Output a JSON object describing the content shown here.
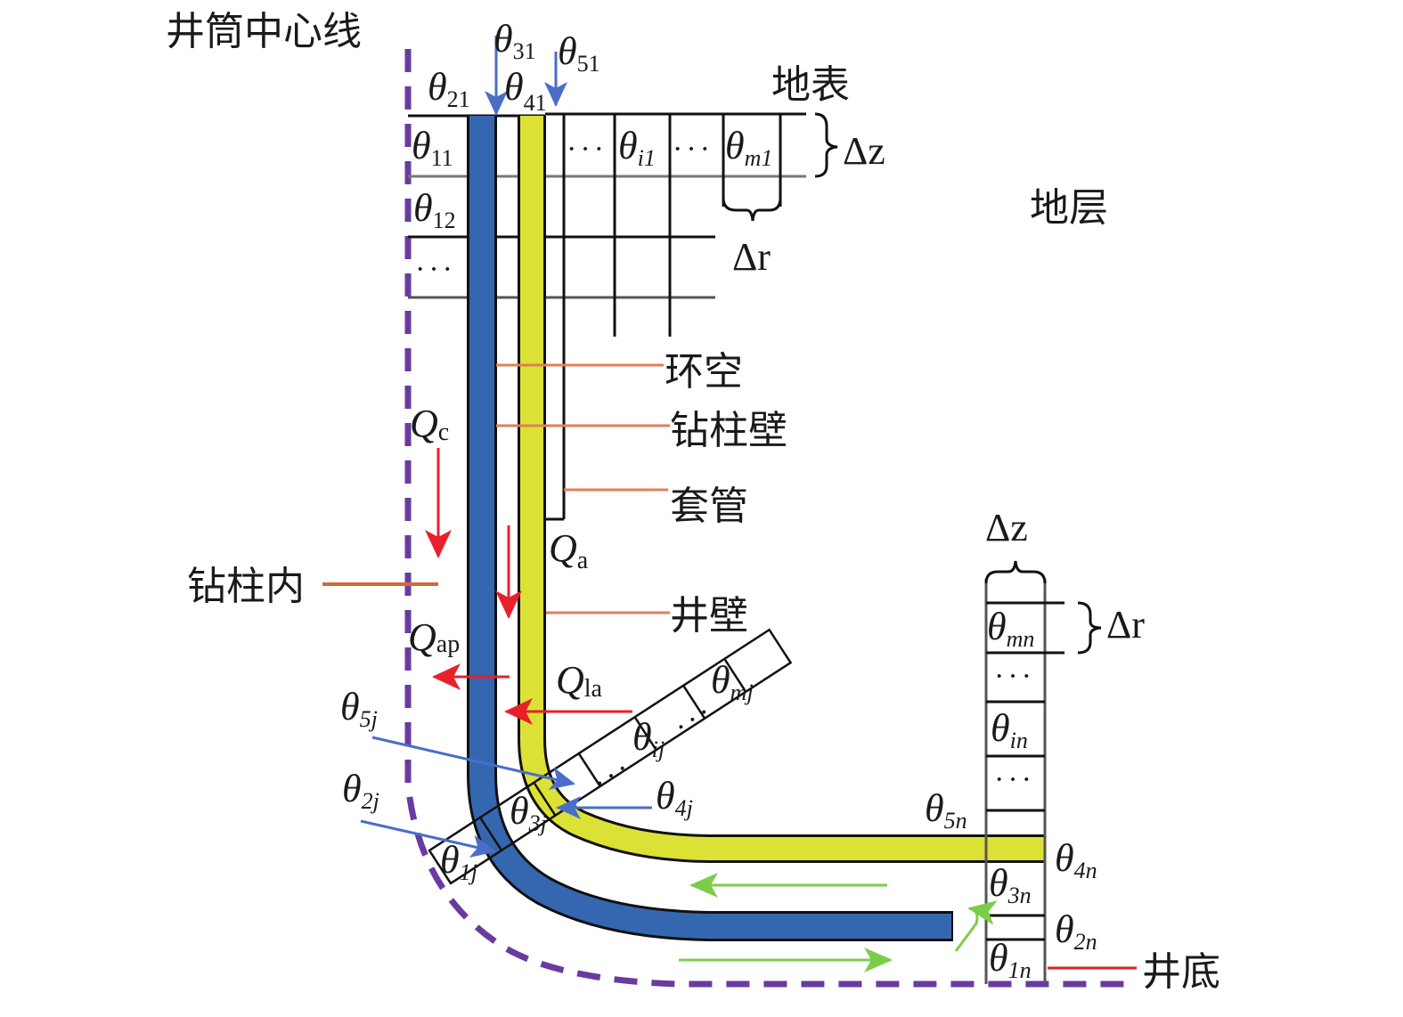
{
  "colors": {
    "drill_string": "#3567b0",
    "wellbore_wall_fill": "#dce136",
    "centerline": "#6a3aa0",
    "leader": "#e07f5a",
    "flow_red": "#e8202a",
    "arrow_blue": "#4a6ec8",
    "flow_green": "#7ccc4c",
    "grid": "#111111"
  },
  "labels": {
    "centerline": "井筒中心线",
    "surface": "地表",
    "formation": "地层",
    "annulus": "环空",
    "drill_string_wall": "钻柱壁",
    "casing": "套管",
    "inside_drill_string": "钻柱内",
    "wellbore_wall": "井壁",
    "bottom_hole": "井底"
  },
  "symbols": {
    "theta": "θ",
    "delta_z": "Δz",
    "delta_r": "Δr",
    "delta_z_bottom": "Δz",
    "delta_r_bottom": "Δr",
    "ellipsis": "···",
    "Qc": {
      "main": "Q",
      "sub": "c"
    },
    "Qa": {
      "main": "Q",
      "sub": "a"
    },
    "Qap": {
      "main": "Q",
      "sub": "ap"
    },
    "Qla": {
      "main": "Q",
      "sub": "la"
    }
  },
  "theta_labels": {
    "t21": "21",
    "t31": "31",
    "t41": "41",
    "t51": "51",
    "t11": "11",
    "t12": "12",
    "ti1": "i1",
    "tm1": "m1",
    "t5j": "5j",
    "t2j": "2j",
    "t1j": "1j",
    "t3j": "3j",
    "t4j": "4j",
    "tij": "ij",
    "tmj": "mj",
    "tmn": "mn",
    "tin": "in",
    "t5n": "5n",
    "t4n": "4n",
    "t3n": "3n",
    "t2n": "2n",
    "t1n": "1n"
  }
}
